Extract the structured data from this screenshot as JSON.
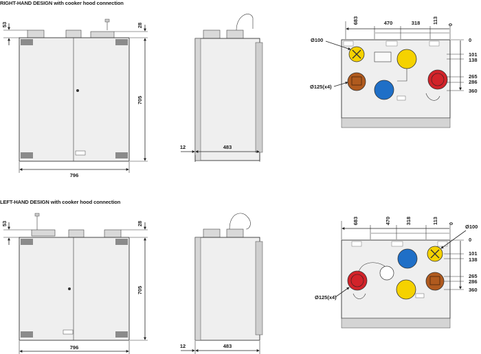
{
  "titles": {
    "right_hand": "RIGHT-HAND DESIGN with cooker hood connection",
    "left_hand": "LEFT-HAND DESIGN with cooker hood connection"
  },
  "front_view": {
    "width": "796",
    "height": "705",
    "top_offset_left": "53",
    "top_offset_right": "28"
  },
  "side_view": {
    "depth": "483",
    "offset": "12"
  },
  "top_view_right": {
    "horizontal_dims": [
      "683",
      "470",
      "318",
      "113",
      "0"
    ],
    "vertical_dims": [
      "0",
      "101",
      "138",
      "265",
      "286",
      "360"
    ],
    "diameter_small": "Ø100",
    "diameter_large": "Ø125(x4)"
  },
  "top_view_left": {
    "horizontal_dims": [
      "683",
      "470",
      "318",
      "113",
      "0"
    ],
    "vertical_dims": [
      "0",
      "101",
      "138",
      "265",
      "286",
      "360"
    ],
    "diameter_small": "Ø100",
    "diameter_large": "Ø125(x4)"
  },
  "colors": {
    "yellow": "#f5d200",
    "brown": "#b05a1e",
    "blue": "#1f6fc7",
    "red": "#d2232a",
    "panel": "#efefef"
  }
}
